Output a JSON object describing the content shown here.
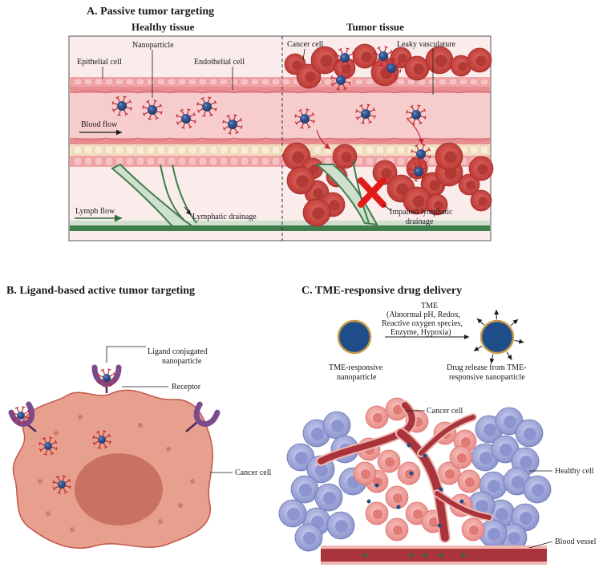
{
  "panel_a": {
    "title": "A. Passive tumor targeting",
    "healthy_title": "Healthy tissue",
    "tumor_title": "Tumor tissue",
    "nanoparticle": "Nanoparticle",
    "epithelial_cell": "Epithelial cell",
    "endothelial_cell": "Endothelial cell",
    "blood_flow": "Blood flow",
    "lymph_flow": "Lymph flow",
    "lymphatic_drainage": "Lymphatic drainage",
    "cancer_cell": "Cancer cell",
    "leaky_vasculature": "Leaky vasculature",
    "impaired_line1": "Impaired lymphatic",
    "impaired_line2": "drainage"
  },
  "panel_b": {
    "title": "B. Ligand-based active tumor targeting",
    "ligand_line1": "Ligand conjugated",
    "ligand_line2": "nanoparticle",
    "receptor": "Receptor",
    "cancer_cell": "Cancer cell"
  },
  "panel_c": {
    "title": "C. TME-responsive drug delivery",
    "tme_line1": "TME",
    "tme_line2": "(Abnormal pH, Redox,",
    "tme_line3": "Reactive oxygen species,",
    "tme_line4": "Enzyme, Hypoxia)",
    "np_line1": "TME-responsive",
    "np_line2": "nanoparticle",
    "release_line1": "Drug release from TME-",
    "release_line2": "responsive nanoparticle",
    "cancer_cell": "Cancer cell",
    "healthy_cell": "Healthy cell",
    "blood_vessel": "Blood vessel"
  },
  "colors": {
    "nanoparticle": "#2f4f8a",
    "ligand": "#c0282f",
    "cancer_cell": "#d9534f",
    "vessel": "#a9343c",
    "lymph": "#2e6b3a",
    "healthy_cell": "#9aa3d6",
    "receptor": "#7b4b8e"
  }
}
